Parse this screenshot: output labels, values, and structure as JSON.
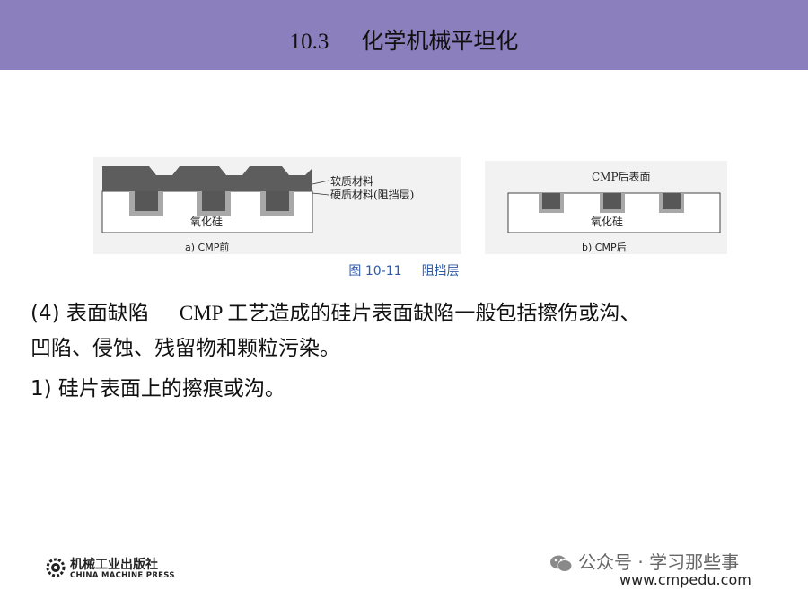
{
  "header": {
    "section_number": "10.3",
    "section_title": "化学机械平坦化"
  },
  "figure": {
    "label_soft": "软质材料",
    "label_hard": "硬质材料(阻挡层)",
    "label_oxide_left": "氧化硅",
    "caption_a": "a) CMP前",
    "label_after_surface": "CMP后表面",
    "label_oxide_right": "氧化硅",
    "caption_b": "b) CMP后",
    "caption_number": "图 10-11",
    "caption_title": "阻挡层"
  },
  "body": {
    "p1_prefix": "(4) 表面缺陷",
    "p1_text": "CMP 工艺造成的硅片表面缺陷一般包括擦伤或沟、",
    "p2_text": "凹陷、侵蚀、残留物和颗粒污染。",
    "p3_text": "1) 硅片表面上的擦痕或沟。"
  },
  "footer": {
    "publisher_cn": "机械工业出版社",
    "publisher_en": "CHINA MACHINE PRESS",
    "wechat_text": "公众号 · 学习那些事",
    "website": "www.cmpedu.com"
  },
  "colors": {
    "header_bg": "#8b80bd",
    "caption_blue": "#2e5aa8"
  }
}
